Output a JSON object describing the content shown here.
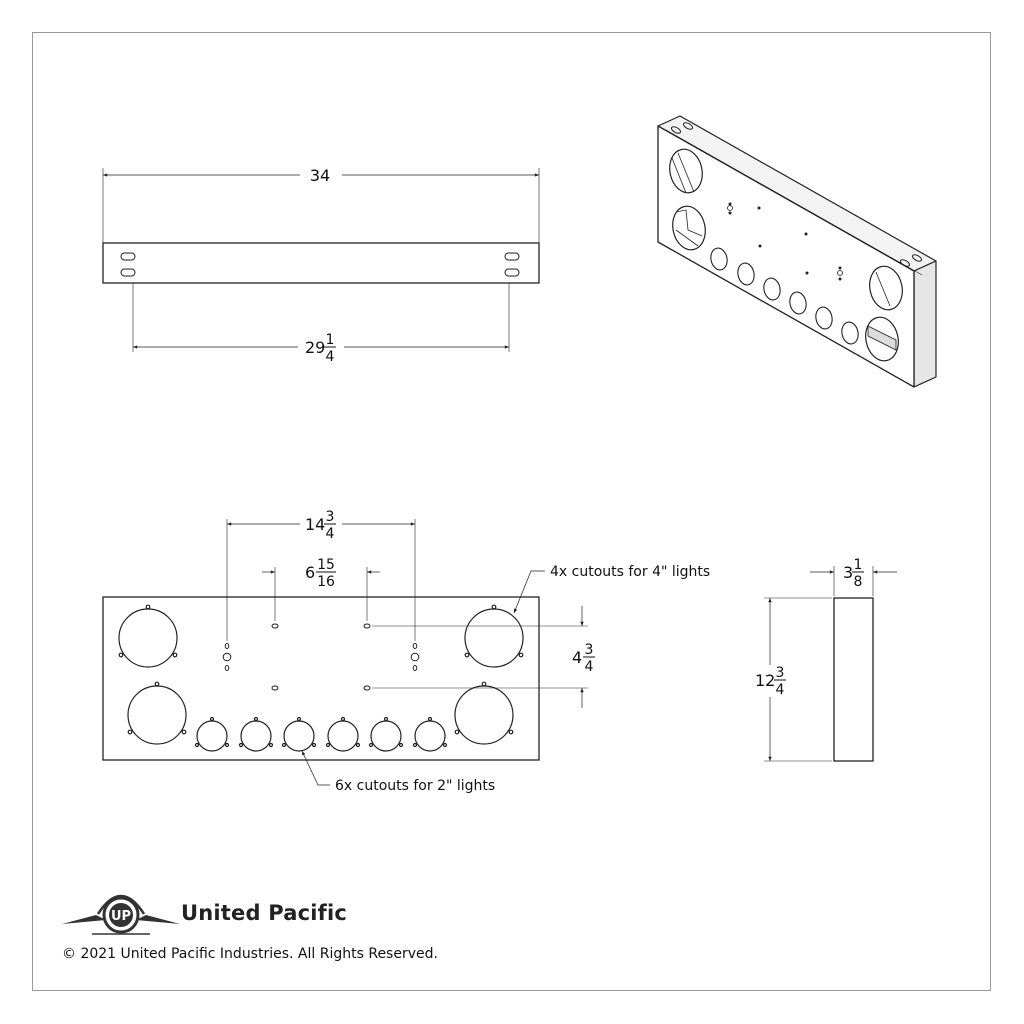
{
  "dimensions": {
    "overall_length": "34",
    "hole_spacing_whole": "29",
    "hole_spacing_num": "1",
    "hole_spacing_den": "4",
    "outer_hole_spacing_whole": "14",
    "outer_hole_spacing_num": "3",
    "outer_hole_spacing_den": "4",
    "inner_hole_spacing_whole": "6",
    "inner_hole_spacing_num": "15",
    "inner_hole_spacing_den": "16",
    "vertical_hole_spacing_whole": "4",
    "vertical_hole_spacing_num": "3",
    "vertical_hole_spacing_den": "4",
    "height_whole": "12",
    "height_num": "3",
    "height_den": "4",
    "depth_whole": "3",
    "depth_num": "1",
    "depth_den": "8"
  },
  "callouts": {
    "large_cutouts": "4x cutouts for 4\" lights",
    "small_cutouts": "6x cutouts for 2\" lights"
  },
  "brand": {
    "name": "United Pacific",
    "logo_letters": "UP",
    "logo_icon": "winged-circle-logo-icon"
  },
  "footer": {
    "copyright": "© 2021 United Pacific Industries. All Rights Reserved."
  },
  "colors": {
    "line": "#222222",
    "frame": "#9a9a9a",
    "background": "#ffffff"
  }
}
